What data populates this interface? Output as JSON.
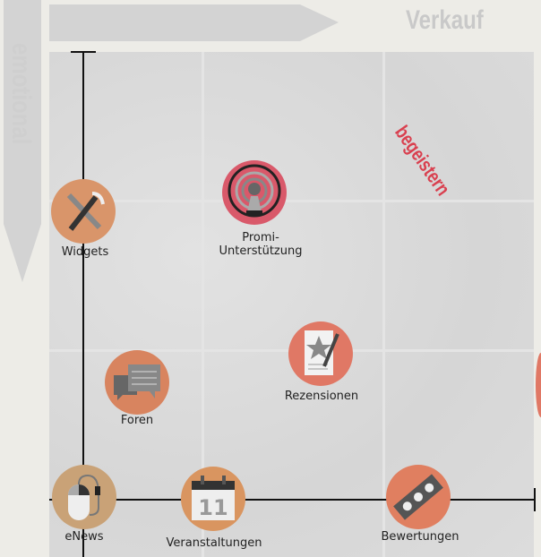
{
  "axes": {
    "x_label": "Verkauf",
    "y_label": "emotional"
  },
  "quadrant_label": "begeistern",
  "colors": {
    "accent_red": "#d9404f",
    "orange": "#d9956a",
    "axis": "#111111"
  },
  "items": [
    {
      "label": "Widgets",
      "icon": "tools-icon",
      "color": "#d9956a"
    },
    {
      "label_line1": "Promi-",
      "label_line2": "Unterstützung",
      "icon": "broadcast-person-icon",
      "color": "#d9596a"
    },
    {
      "label": "Rezensionen",
      "icon": "review-document-icon",
      "color": "#e07865"
    },
    {
      "label": "Foren",
      "icon": "chat-bubbles-icon",
      "color": "#d8845f"
    },
    {
      "label": "eNews",
      "icon": "mouse-icon",
      "color": "#c9a277"
    },
    {
      "label": "Veranstaltungen",
      "icon": "calendar-icon",
      "color": "#d99560",
      "calendar_day": "11"
    },
    {
      "label": "Bewertungen",
      "icon": "star-rating-icon",
      "color": "#e07f60"
    }
  ]
}
